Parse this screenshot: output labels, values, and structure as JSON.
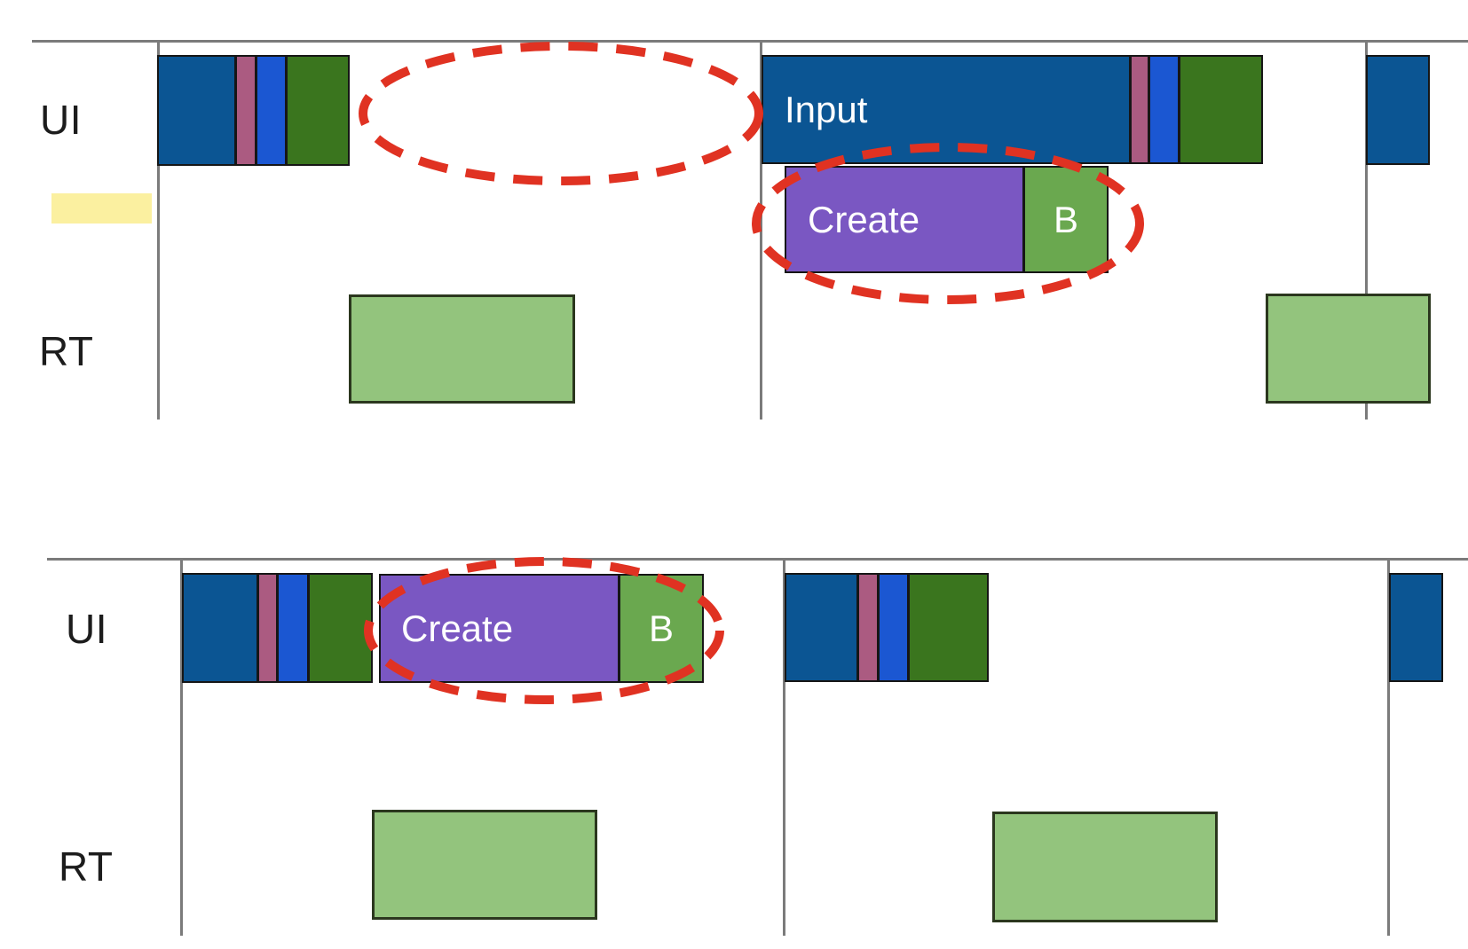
{
  "diagram": {
    "palette": {
      "dark_blue": "#0b5593",
      "pink": "#ab5b81",
      "bright_blue": "#1b57d2",
      "dark_green": "#3a751e",
      "purple": "#7a57c2",
      "medium_green": "#6aa84f",
      "light_green": "#93c47d",
      "pale_yellow": "#fbf0a0",
      "annotation_red": "#e03222",
      "line_gray": "#7b7b7b",
      "border_black": "#161616"
    },
    "top_panel": {
      "ui_label": "UI",
      "rt_label": "RT",
      "blocks": {
        "input": "Input",
        "create": "Create",
        "b": "B"
      }
    },
    "bottom_panel": {
      "ui_label": "UI",
      "rt_label": "RT",
      "blocks": {
        "create": "Create",
        "b": "B"
      }
    }
  }
}
